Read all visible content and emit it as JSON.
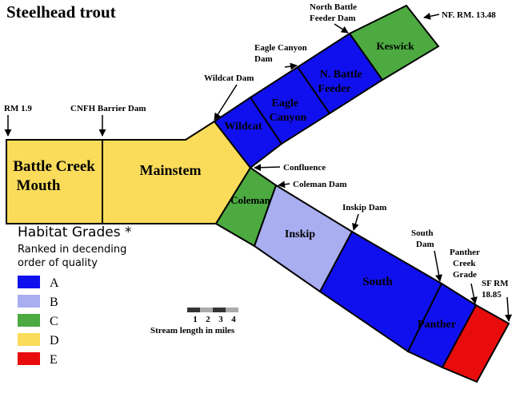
{
  "title": "Steelhead trout",
  "colors": {
    "A": "#1010ee",
    "B": "#a8aef0",
    "C": "#4caa40",
    "D": "#fadc5a",
    "E": "#e80c0c",
    "outline": "#000000"
  },
  "segments": [
    {
      "id": "battle-creek-mouth",
      "label_lines": [
        "Battle Creek",
        "Mouth"
      ],
      "grade": "D"
    },
    {
      "id": "mainstem",
      "label_lines": [
        "Mainstem"
      ],
      "grade": "D"
    },
    {
      "id": "wildcat",
      "label_lines": [
        "Wildcat"
      ],
      "grade": "A"
    },
    {
      "id": "eagle-canyon",
      "label_lines": [
        "Eagle",
        "Canyon"
      ],
      "grade": "A"
    },
    {
      "id": "n-battle-feeder",
      "label_lines": [
        "N. Battle",
        "Feeder"
      ],
      "grade": "A"
    },
    {
      "id": "keswick",
      "label_lines": [
        "Keswick"
      ],
      "grade": "C"
    },
    {
      "id": "coleman",
      "label_lines": [
        "Coleman"
      ],
      "grade": "C"
    },
    {
      "id": "inskip",
      "label_lines": [
        "Inskip"
      ],
      "grade": "B"
    },
    {
      "id": "south",
      "label_lines": [
        "South"
      ],
      "grade": "A"
    },
    {
      "id": "panther",
      "label_lines": [
        "Panther"
      ],
      "grade": "A"
    },
    {
      "id": "sf-upper",
      "label_lines": [],
      "grade": "E"
    }
  ],
  "annotations": [
    {
      "id": "rm-1-9",
      "lines": [
        "RM 1.9"
      ]
    },
    {
      "id": "cnfh-barrier-dam",
      "lines": [
        "CNFH Barrier Dam"
      ]
    },
    {
      "id": "confluence",
      "lines": [
        "Confluence"
      ]
    },
    {
      "id": "coleman-dam",
      "lines": [
        "Coleman Dam"
      ]
    },
    {
      "id": "wildcat-dam",
      "lines": [
        "Wildcat Dam"
      ]
    },
    {
      "id": "eagle-canyon-dam",
      "lines": [
        "Eagle Canyon",
        "Dam"
      ]
    },
    {
      "id": "north-battle-feeder-dam",
      "lines": [
        "North Battle",
        "Feeder Dam"
      ]
    },
    {
      "id": "nf-rm-13-48",
      "lines": [
        "NF. RM. 13.48"
      ]
    },
    {
      "id": "inskip-dam",
      "lines": [
        "Inskip Dam"
      ]
    },
    {
      "id": "south-dam",
      "lines": [
        "South",
        "Dam"
      ]
    },
    {
      "id": "panther-creek-grade",
      "lines": [
        "Panther",
        "Creek",
        "Grade"
      ]
    },
    {
      "id": "sf-rm-18-85",
      "lines": [
        "SF RM",
        "18.85"
      ]
    }
  ],
  "legend": {
    "title": "Habitat Grades *",
    "subtitle_lines": [
      "Ranked in decending",
      "order of quality"
    ],
    "grades": [
      "A",
      "B",
      "C",
      "D",
      "E"
    ]
  },
  "scale_bar": {
    "ticks": [
      "1",
      "2",
      "3",
      "4"
    ],
    "label": "Stream length in miles"
  }
}
